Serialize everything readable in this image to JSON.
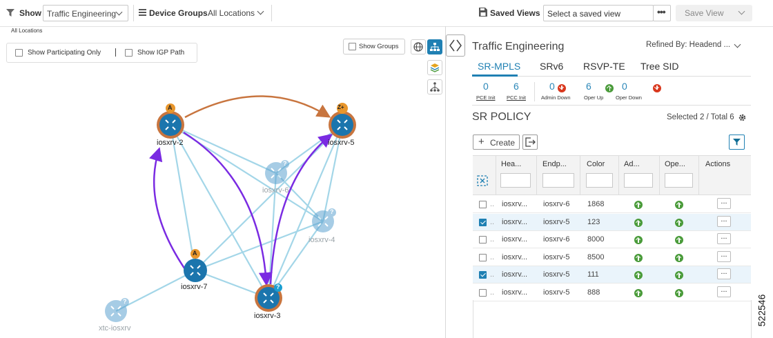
{
  "header": {
    "show_label": "Show",
    "show_value": "Traffic Engineering",
    "device_groups_label": "Device Groups",
    "device_groups_value": "All Locations",
    "saved_views_label": "Saved Views",
    "saved_view_placeholder": "Select a saved view",
    "save_view_label": "Save View"
  },
  "breadcrumb": "All Locations",
  "map": {
    "show_participating_only": "Show Participating Only",
    "show_igp_path": "Show IGP Path",
    "show_groups": "Show Groups",
    "nodes": {
      "iosxrv2": {
        "label": "iosxrv-2",
        "badge": "A"
      },
      "iosxrv5": {
        "label": "iosxrv-5",
        "badge": "Z+"
      },
      "iosxrv6": {
        "label": "iosxrv-6",
        "badge": "?"
      },
      "iosxrv4": {
        "label": "iosxrv-4",
        "badge": "?"
      },
      "iosxrv7": {
        "label": "iosxrv-7",
        "badge": "A"
      },
      "iosxrv3": {
        "label": "iosxrv-3",
        "badge": "?"
      },
      "xtc": {
        "label": "xtc-iosxrv",
        "badge": "?"
      }
    }
  },
  "panel": {
    "title": "Traffic Engineering",
    "refined_by": "Refined By: Headend ...",
    "tabs": [
      "SR-MPLS",
      "SRv6",
      "RSVP-TE",
      "Tree SID"
    ],
    "active_tab": "SR-MPLS",
    "stats": {
      "pce_init": {
        "value": "0",
        "label": "PCE Init"
      },
      "pcc_init": {
        "value": "6",
        "label": "PCC Init"
      },
      "admin_down": {
        "value": "0",
        "label": "Admin Down"
      },
      "oper_up": {
        "value": "6",
        "label": "Oper Up"
      },
      "oper_down": {
        "value": "0",
        "label": "Oper Down"
      }
    },
    "policy_title": "SR POLICY",
    "selected_total": "Selected 2 / Total 6",
    "create_label": "Create",
    "columns": [
      "Hea...",
      "Endp...",
      "Color",
      "Ad...",
      "Ope...",
      "Actions"
    ],
    "rows": [
      {
        "checked": false,
        "headend": "iosxrv...",
        "endpoint": "iosxrv-6",
        "color": "1868",
        "admin": "up",
        "oper": "up"
      },
      {
        "checked": true,
        "headend": "iosxrv...",
        "endpoint": "iosxrv-5",
        "color": "123",
        "admin": "up",
        "oper": "up"
      },
      {
        "checked": false,
        "headend": "iosxrv...",
        "endpoint": "iosxrv-6",
        "color": "8000",
        "admin": "up",
        "oper": "up"
      },
      {
        "checked": false,
        "headend": "iosxrv...",
        "endpoint": "iosxrv-5",
        "color": "8500",
        "admin": "up",
        "oper": "up"
      },
      {
        "checked": true,
        "headend": "iosxrv...",
        "endpoint": "iosxrv-5",
        "color": "111",
        "admin": "up",
        "oper": "up"
      },
      {
        "checked": false,
        "headend": "iosxrv...",
        "endpoint": "iosxrv-5",
        "color": "888",
        "admin": "up",
        "oper": "up"
      }
    ],
    "actions_label": "..."
  },
  "figure_id": "522546",
  "colors": {
    "accent": "#1f80b3",
    "path_purple": "#7a2be2",
    "path_orange": "#c8753f",
    "link_blue": "#9fd3e6",
    "up_green": "#4a9b3a",
    "down_red": "#d9381e"
  }
}
